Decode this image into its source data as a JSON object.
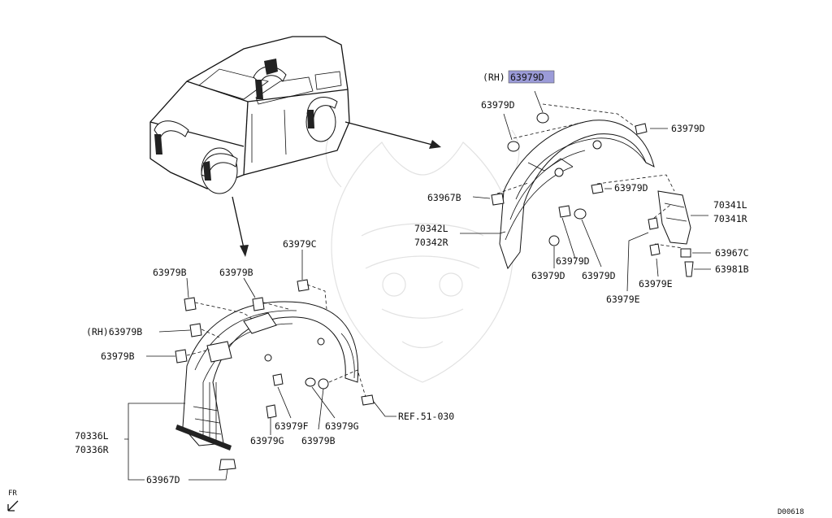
{
  "labels": {
    "rh_prefix_top": "(RH)",
    "highlight_top": "63979D",
    "d_upper_left": "63979D",
    "d_upper_right": "63979D",
    "b67_right": "63967B",
    "d_mid_right": "63979D",
    "l41": "70341L",
    "r41": "70341R",
    "l42": "70342L",
    "r42": "70342R",
    "d_low_a": "63979D",
    "d_low_b": "63979D",
    "d_low_c": "63979D",
    "c67": "63967C",
    "b81": "63981B",
    "e_a": "63979E",
    "e_b": "63979E",
    "c_left": "63979C",
    "b_a": "63979B",
    "b_b": "63979B",
    "rh_b": "(RH)63979B",
    "b_c": "63979B",
    "f_left": "63979F",
    "g_a": "63979G",
    "g_b": "63979G",
    "b_d": "63979B",
    "ref": "REF.51-030",
    "l36": "70336L",
    "r36": "70336R",
    "d67": "63967D",
    "fr": "FR",
    "code": "D00618"
  },
  "icons": [
    "vehicle-outline",
    "front-arrow-icon",
    "clip-fastener-icon",
    "screw-icon",
    "nut-icon"
  ]
}
